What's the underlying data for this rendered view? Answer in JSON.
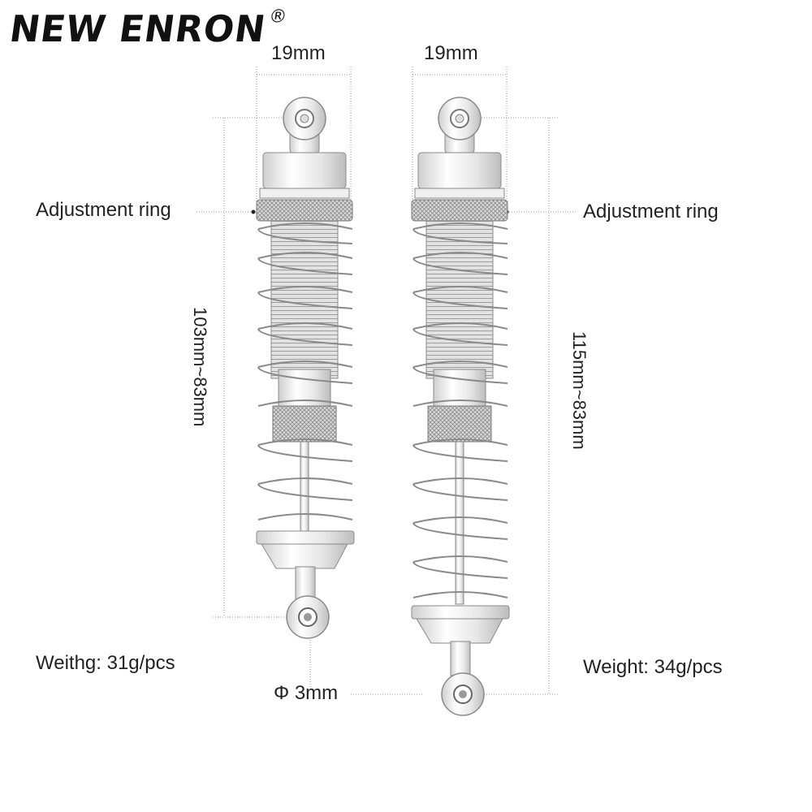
{
  "brand": {
    "name": "NEW ENRON",
    "mark": "®"
  },
  "left_shock": {
    "width_label": "19mm",
    "length_label": "103mm~83mm",
    "ring_label": "Adjustment ring",
    "weight_label": "Weithg: 31g/pcs",
    "pin_label": "Φ 3mm"
  },
  "right_shock": {
    "width_label": "19mm",
    "length_label": "115mm~83mm",
    "ring_label": "Adjustment ring",
    "weight_label": "Weight: 34g/pcs"
  },
  "colors": {
    "silver": "#e8e8e8",
    "outline": "#8a8a8a",
    "dim_line": "#9a9a9a",
    "text": "#222222"
  }
}
